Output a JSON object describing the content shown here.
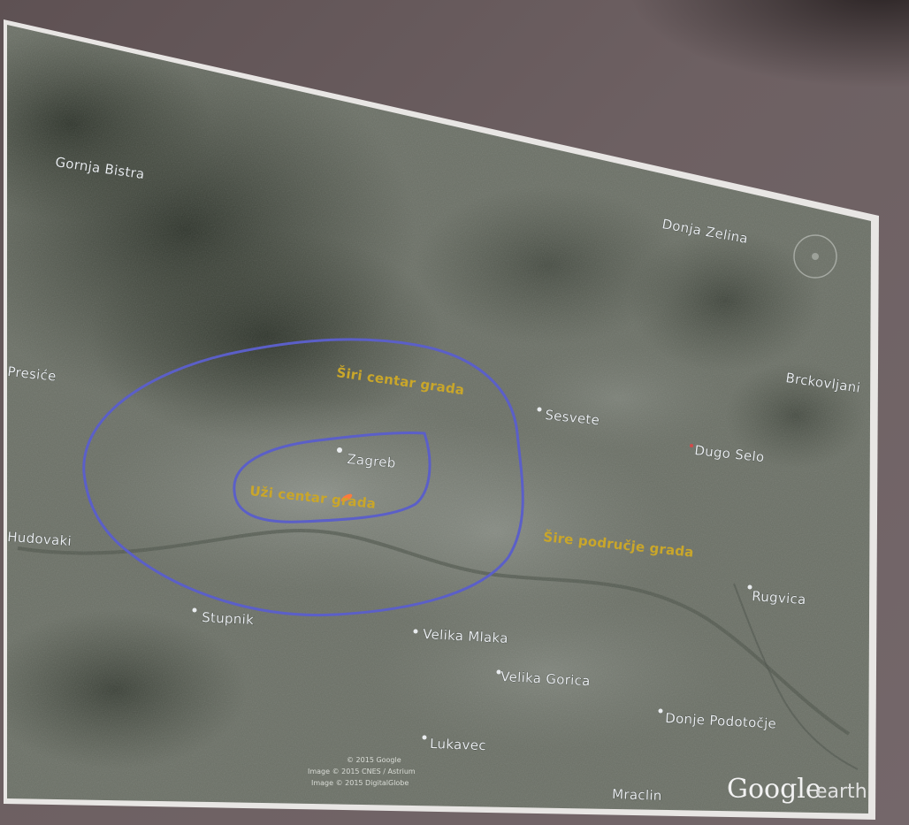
{
  "map": {
    "places": [
      {
        "id": "gornja-bistra",
        "label": "Gornja Bistra"
      },
      {
        "id": "donja-zelina",
        "label": "Donja Zelina"
      },
      {
        "id": "presice",
        "label": "Presiće"
      },
      {
        "id": "brckovljani",
        "label": "Brckovljani"
      },
      {
        "id": "sesvete",
        "label": "Sesvete"
      },
      {
        "id": "zagreb",
        "label": "Zagreb"
      },
      {
        "id": "dugo-selo",
        "label": "Dugo Selo"
      },
      {
        "id": "hudovaki",
        "label": "Hudovaki"
      },
      {
        "id": "rugvica",
        "label": "Rugvica"
      },
      {
        "id": "sveta-nedelja",
        "label": "Stupnik"
      },
      {
        "id": "velika-mlaka",
        "label": "Velika Mlaka"
      },
      {
        "id": "velika-gorica",
        "label": "Velika Gorica"
      },
      {
        "id": "donje-podotocje",
        "label": "Donje Podotočje"
      },
      {
        "id": "lukavec",
        "label": "Lukavec"
      },
      {
        "id": "mraclin",
        "label": "Mraclin"
      }
    ],
    "zones": {
      "inner_label": "Uži centar grada",
      "wider_label": "Širi centar grada",
      "area_label": "Šire područje grada"
    },
    "credits": {
      "line1": "© 2015 Google",
      "line2": "Image © 2015 CNES / Astrium",
      "line3": "Image © 2015 DigitalGlobe"
    },
    "logo": {
      "brand": "Google",
      "product": "earth"
    },
    "colors": {
      "boundary": "#5b5fc8",
      "zone_text": "#c9a62a",
      "laser": "#ff7a3c"
    }
  }
}
